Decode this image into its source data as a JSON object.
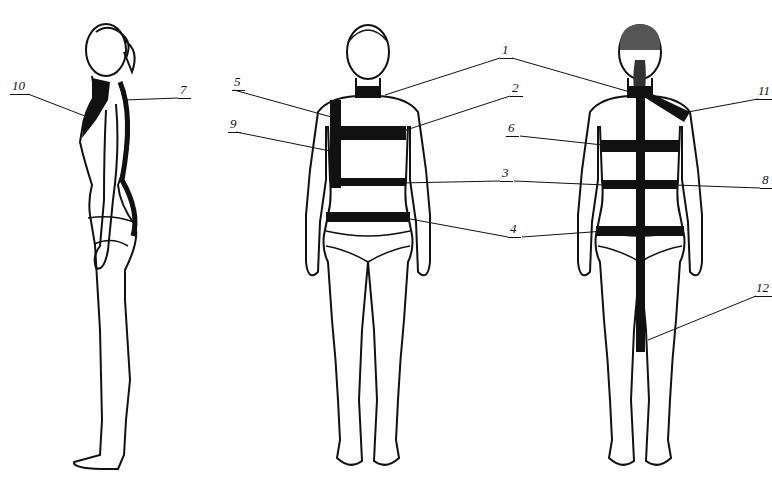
{
  "diagram": {
    "labels": [
      "10",
      "7",
      "5",
      "1",
      "2",
      "6",
      "11",
      "9",
      "3",
      "8",
      "4",
      "12"
    ]
  }
}
